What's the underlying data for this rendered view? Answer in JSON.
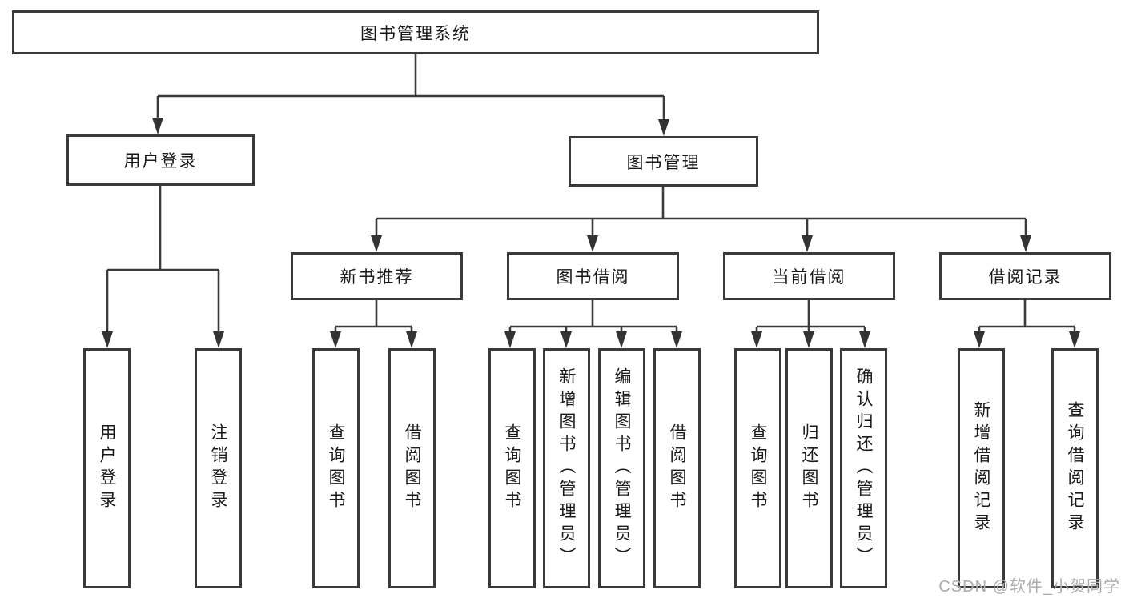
{
  "diagram": {
    "root": {
      "label": "图书管理系统",
      "children": [
        {
          "label": "用户登录",
          "children": [
            {
              "label": "用户登录"
            },
            {
              "label": "注销登录"
            }
          ]
        },
        {
          "label": "图书管理",
          "children": [
            {
              "label": "新书推荐",
              "children": [
                {
                  "label": "查询图书"
                },
                {
                  "label": "借阅图书"
                }
              ]
            },
            {
              "label": "图书借阅",
              "children": [
                {
                  "label": "查询图书"
                },
                {
                  "label": "新增图书（管理员）"
                },
                {
                  "label": "编辑图书（管理员）"
                },
                {
                  "label": "借阅图书"
                }
              ]
            },
            {
              "label": "当前借阅",
              "children": [
                {
                  "label": "查询图书"
                },
                {
                  "label": "归还图书"
                },
                {
                  "label": "确认归还（管理员）"
                }
              ]
            },
            {
              "label": "借阅记录",
              "children": [
                {
                  "label": "新增借阅记录"
                },
                {
                  "label": "查询借阅记录"
                }
              ]
            }
          ]
        }
      ]
    }
  },
  "watermark": {
    "text": "CSDN @软件_小贺同学"
  },
  "colors": {
    "line": "#3a3a3a",
    "box_border": "#3a3a3a",
    "text": "#1a1a1a",
    "watermark": "#ababab",
    "background": "#ffffff"
  }
}
